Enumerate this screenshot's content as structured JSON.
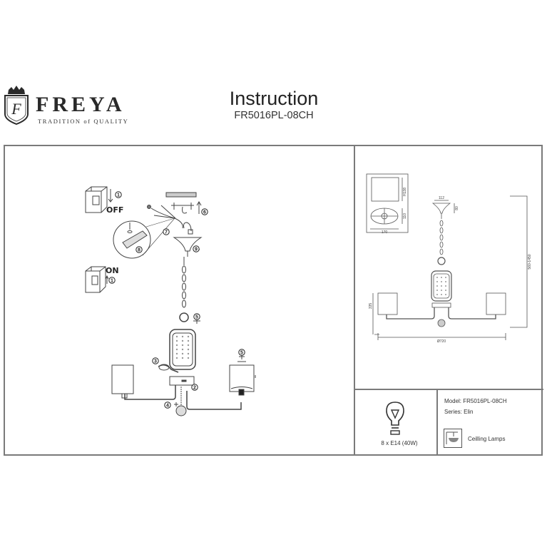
{
  "header": {
    "brand": "FREYA",
    "tagline": "TRADITION of QUALITY",
    "crest_letter": "F",
    "title": "Instruction",
    "model_code": "FR5016PL-08CH"
  },
  "assembly": {
    "switch_off_label": "OFF",
    "switch_on_label": "ON",
    "steps": [
      "1",
      "2",
      "3",
      "4",
      "5",
      "6",
      "7",
      "8",
      "9"
    ]
  },
  "dimensions": {
    "shade_height": "H138",
    "shade_base_height": "110",
    "shade_width": "170",
    "canopy_width": "112",
    "canopy_height": "80",
    "total_height": "560-1450",
    "arm_height": "335",
    "diameter": "Ø720"
  },
  "specs": {
    "bulb": "8 x E14 (40W)",
    "model": "Model: FR5016PL-08CH",
    "series": "Series: Elin",
    "category": "Ceilling Lamps"
  },
  "colors": {
    "line": "#555555",
    "frame": "#7a7a7a",
    "text": "#222222"
  }
}
